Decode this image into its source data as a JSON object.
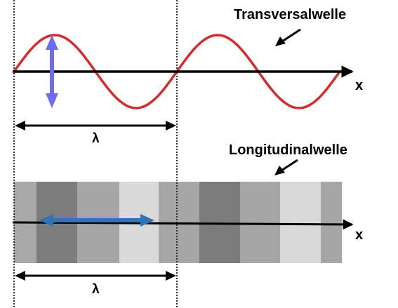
{
  "transverse": {
    "title": "Transversalwelle",
    "axis_label": "x",
    "wavelength_label": "λ"
  },
  "longitudinal": {
    "title": "Longitudinalwelle",
    "axis_label": "x",
    "wavelength_label": "λ",
    "stripe_colors": [
      "#a8a8a8",
      "#7d7d7d",
      "#a6a6a6",
      "#dadada",
      "#a6a6a6",
      "#7c7c7c",
      "#a6a6a6",
      "#d8d8d8",
      "#a6a6a6"
    ]
  },
  "colors": {
    "wave": "#d62b2b",
    "oscillation_arrow": "#6c6cf4",
    "particle_arrow": "#2f73b8",
    "axis": "#000000",
    "guide_line": "#333333"
  }
}
